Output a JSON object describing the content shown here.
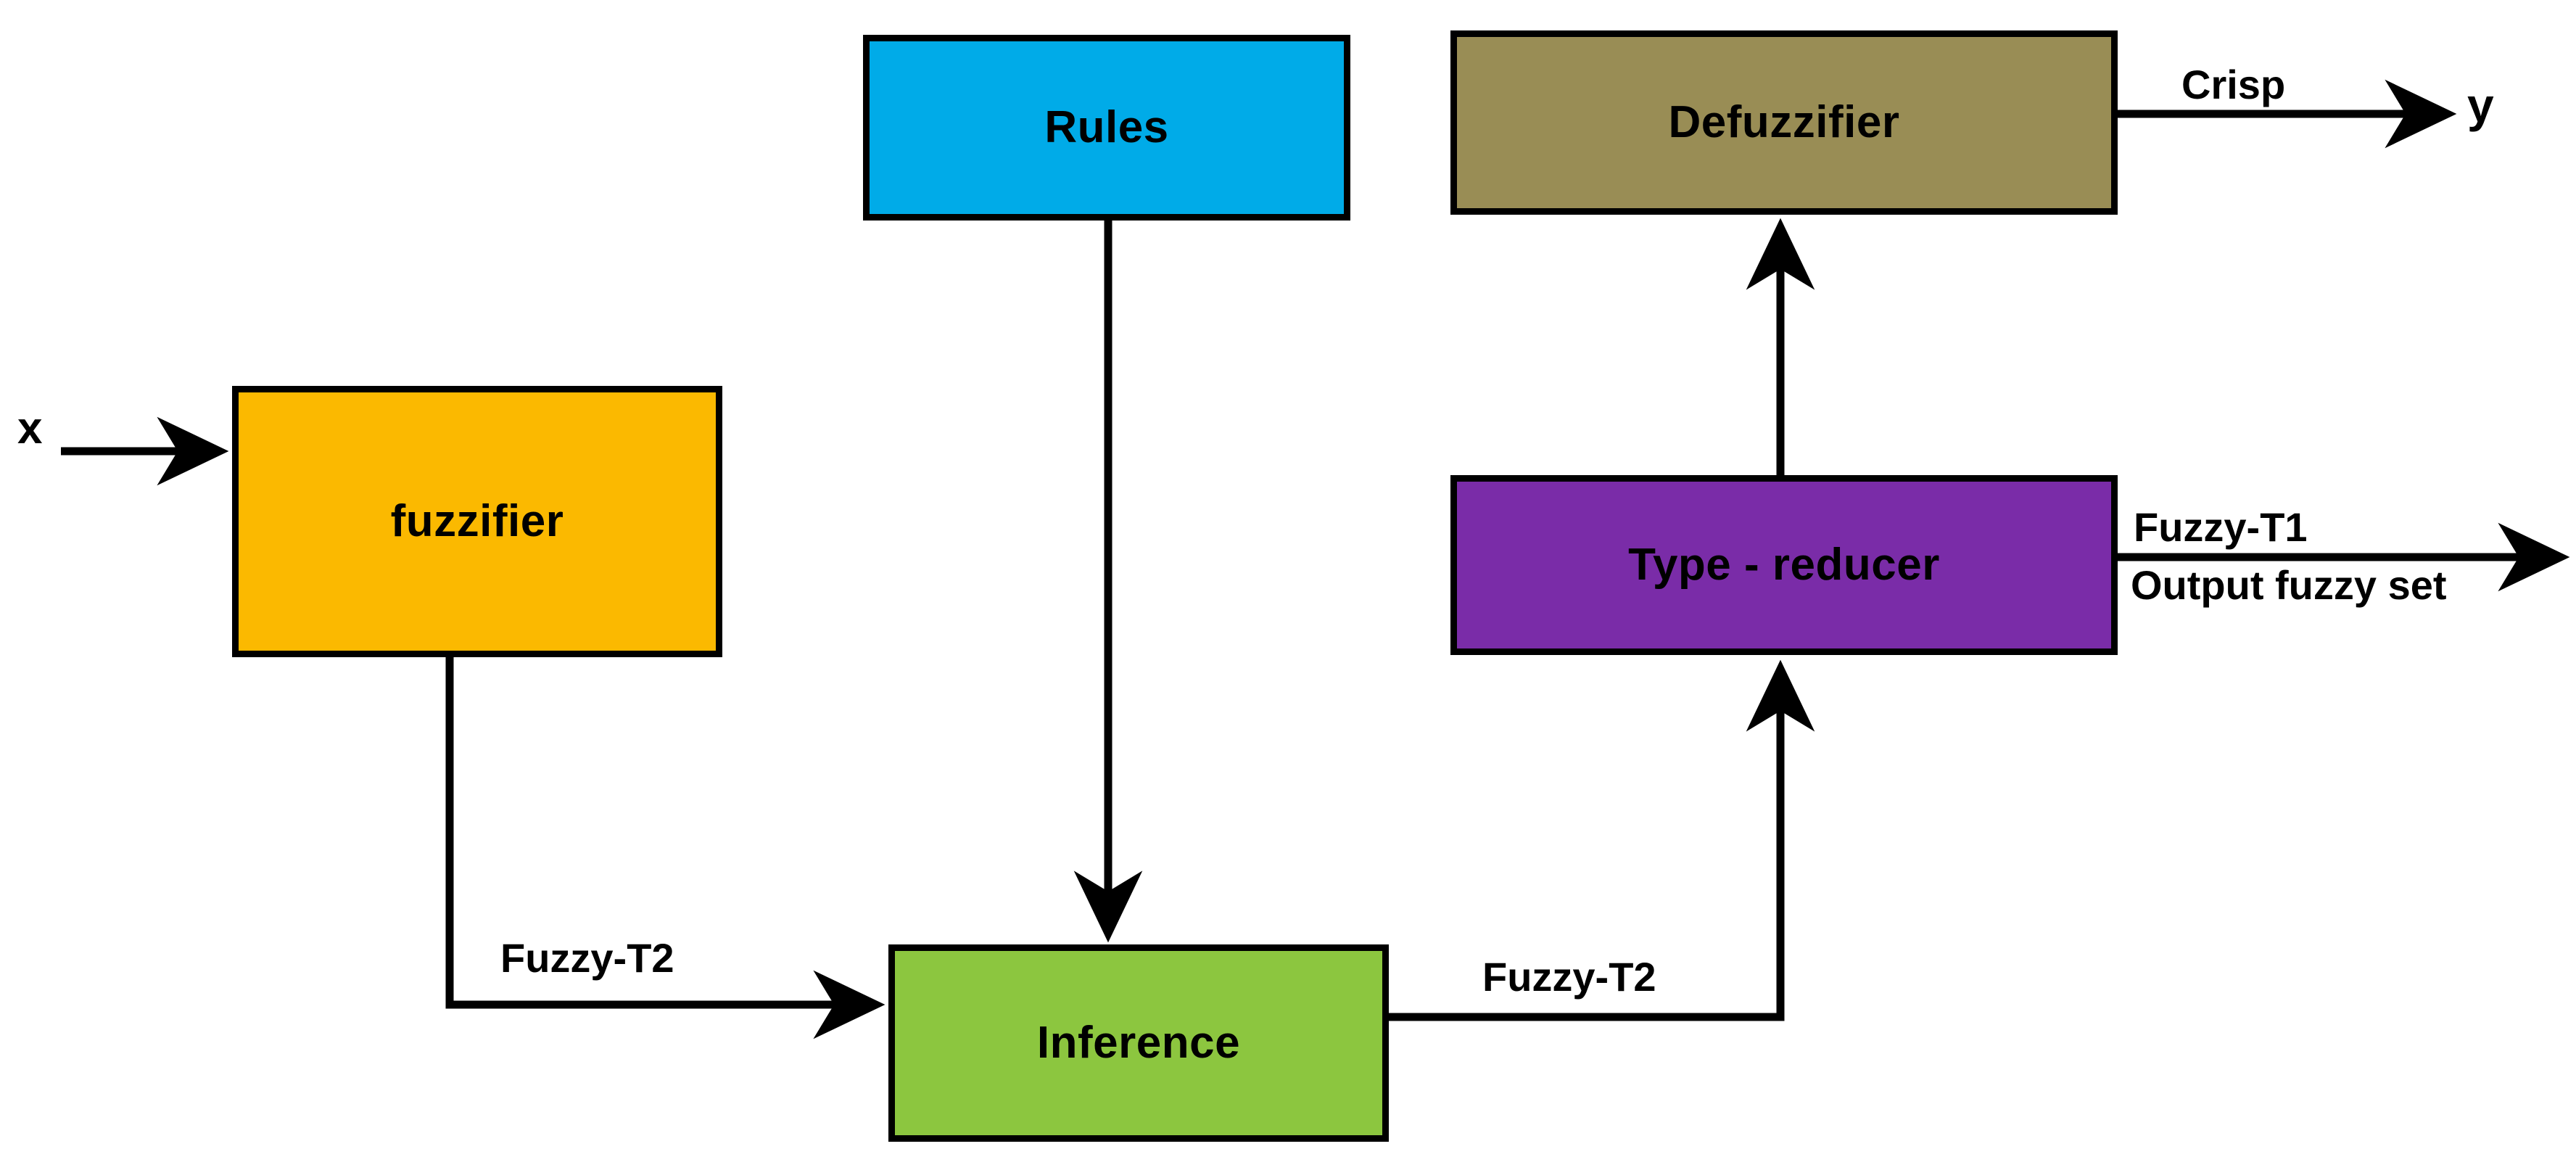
{
  "diagram": {
    "title": "Type-2 Fuzzy Logic System Block Diagram",
    "background": "#ffffff",
    "stroke": "#000000",
    "colors": {
      "rules": "#00ABE8",
      "defuzzifier": "#998D55",
      "fuzzifier": "#FBB900",
      "type_reducer": "#7A2CA8",
      "inference": "#8CC63F",
      "stroke": "#000000"
    },
    "nodes": [
      {
        "id": "rules",
        "label": "Rules",
        "color": "#00ABE8"
      },
      {
        "id": "defuzzifier",
        "label": "Defuzzifier",
        "color": "#998D55"
      },
      {
        "id": "fuzzifier",
        "label": "fuzzifier",
        "color": "#FBB900"
      },
      {
        "id": "type_reducer",
        "label": "Type - reducer",
        "color": "#7A2CA8"
      },
      {
        "id": "inference",
        "label": "Inference",
        "color": "#8CC63F"
      }
    ],
    "io_labels": [
      {
        "id": "input_x",
        "text": "x"
      },
      {
        "id": "output_y",
        "text": "y"
      }
    ],
    "edge_labels": [
      {
        "id": "crisp",
        "text": "Crisp"
      },
      {
        "id": "fuzzy_t1",
        "text": "Fuzzy-T1"
      },
      {
        "id": "output_fuzzy_set",
        "text": "Output fuzzy set"
      },
      {
        "id": "fuzzy_t2_to_inference",
        "text": "Fuzzy-T2"
      },
      {
        "id": "fuzzy_t2_to_reducer",
        "text": "Fuzzy-T2"
      }
    ],
    "edges": [
      {
        "id": "x-to-fuzzifier",
        "from": "input x",
        "to": "fuzzifier",
        "label": ""
      },
      {
        "id": "fuzzifier-to-inference",
        "from": "fuzzifier",
        "to": "inference",
        "label": "Fuzzy-T2"
      },
      {
        "id": "rules-to-inference",
        "from": "rules",
        "to": "inference",
        "label": ""
      },
      {
        "id": "inference-to-typereducer",
        "from": "inference",
        "to": "type_reducer",
        "label": "Fuzzy-T2"
      },
      {
        "id": "typereducer-to-defuzzifier",
        "from": "type_reducer",
        "to": "defuzzifier",
        "label": ""
      },
      {
        "id": "defuzzifier-to-y",
        "from": "defuzzifier",
        "to": "output y",
        "label": "Crisp"
      },
      {
        "id": "typereducer-to-output",
        "from": "type_reducer",
        "to": "output",
        "label": "Fuzzy-T1 / Output fuzzy set"
      }
    ]
  }
}
